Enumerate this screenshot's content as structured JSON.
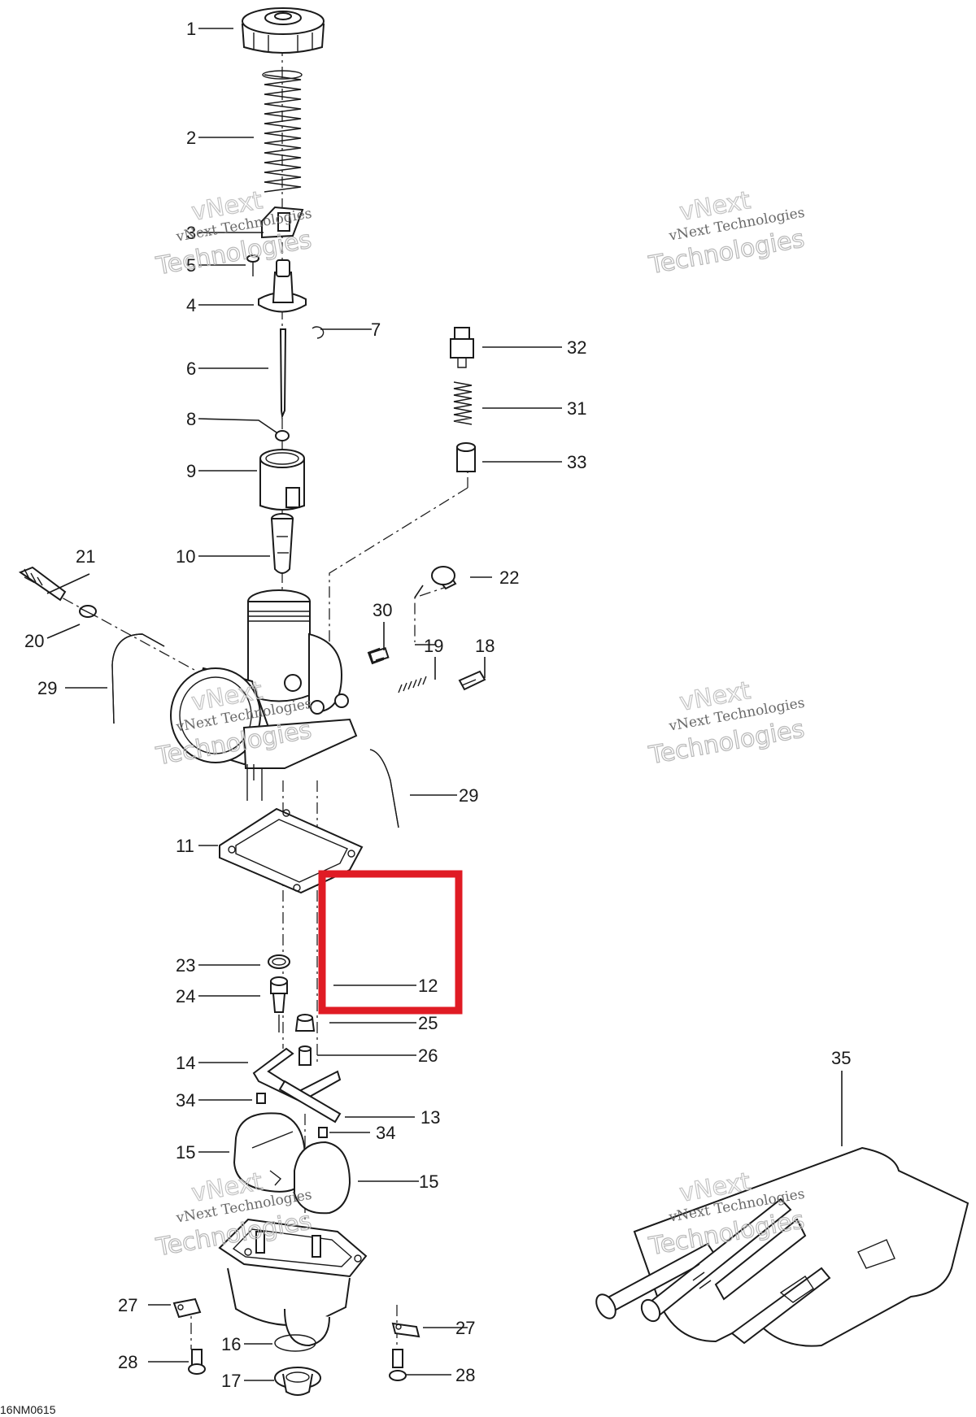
{
  "diagram_id": "16NM0615",
  "highlight_color": "#e01b24",
  "watermark": {
    "line1": "vNext",
    "line2": "vNext Technologies",
    "line3": "Technologies"
  },
  "callouts": [
    "1",
    "2",
    "3",
    "4",
    "5",
    "6",
    "7",
    "8",
    "9",
    "10",
    "11",
    "12",
    "13",
    "14",
    "15",
    "15",
    "16",
    "17",
    "18",
    "19",
    "20",
    "21",
    "22",
    "23",
    "24",
    "25",
    "26",
    "27",
    "27",
    "28",
    "28",
    "29",
    "29",
    "30",
    "31",
    "32",
    "33",
    "34",
    "34",
    "35"
  ],
  "highlighted_callout": "12"
}
